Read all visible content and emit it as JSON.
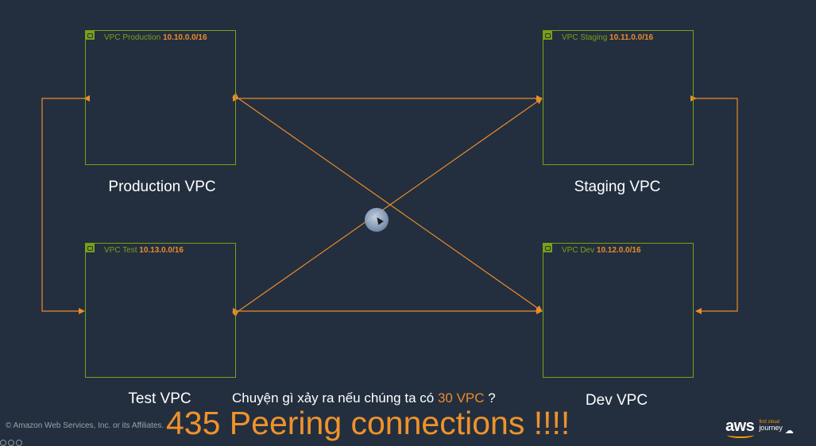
{
  "vpcs": {
    "production": {
      "name": "VPC Production",
      "cidr": "10.10.0.0/16",
      "label": "Production VPC"
    },
    "staging": {
      "name": "VPC Staging",
      "cidr": "10.11.0.0/16",
      "label": "Staging VPC"
    },
    "test": {
      "name": "VPC Test",
      "cidr": "10.13.0.0/16",
      "label": "Test VPC"
    },
    "dev": {
      "name": "VPC Dev",
      "cidr": "10.12.0.0/16",
      "label": "Dev VPC"
    }
  },
  "question": {
    "prefix": "Chuyện gì xảy ra nếu chúng ta có ",
    "highlight": "30 VPC",
    "suffix": " ?"
  },
  "headline": "435 Peering connections !!!!",
  "copyright": "© Amazon Web Services, Inc. or its Affiliates.",
  "logo": {
    "brand": "aws",
    "line1": "first cloud",
    "line2": "journey"
  },
  "colors": {
    "background": "#232f3e",
    "vpc_border": "#7aa116",
    "connector": "#ec8b2c",
    "highlight": "#f0922b"
  }
}
